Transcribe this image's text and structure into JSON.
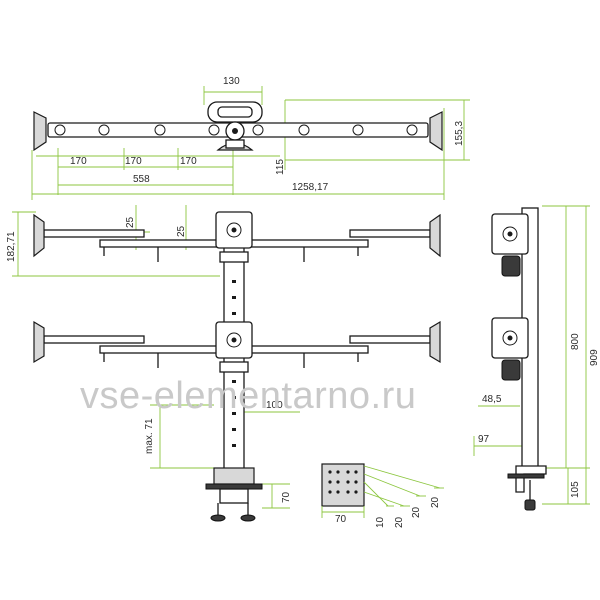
{
  "watermark": "vse-elementarno.ru",
  "colors": {
    "dimension_line": "#8cc63f",
    "part_outline": "#1a1a1a",
    "watermark": "#c9c9c9"
  },
  "dimensions": {
    "top_plate_width": "130",
    "top_height_right": "155,3",
    "top_offset_115": "115",
    "span_a": "170",
    "span_b": "170",
    "span_c": "170",
    "span_total_558": "558",
    "total_width": "1258,17",
    "arm_height": "182,71",
    "arm_gap_1": "25",
    "arm_gap_2": "25",
    "pole_offset": "100",
    "max_71": "max. 71",
    "clamp_70_left": "70",
    "plate_70": "70",
    "plate_10": "10",
    "plate_20_a": "20",
    "plate_20_b": "20",
    "plate_20_c": "20",
    "side_48_5": "48,5",
    "side_97": "97",
    "side_800": "800",
    "side_909": "909",
    "side_105": "105"
  }
}
